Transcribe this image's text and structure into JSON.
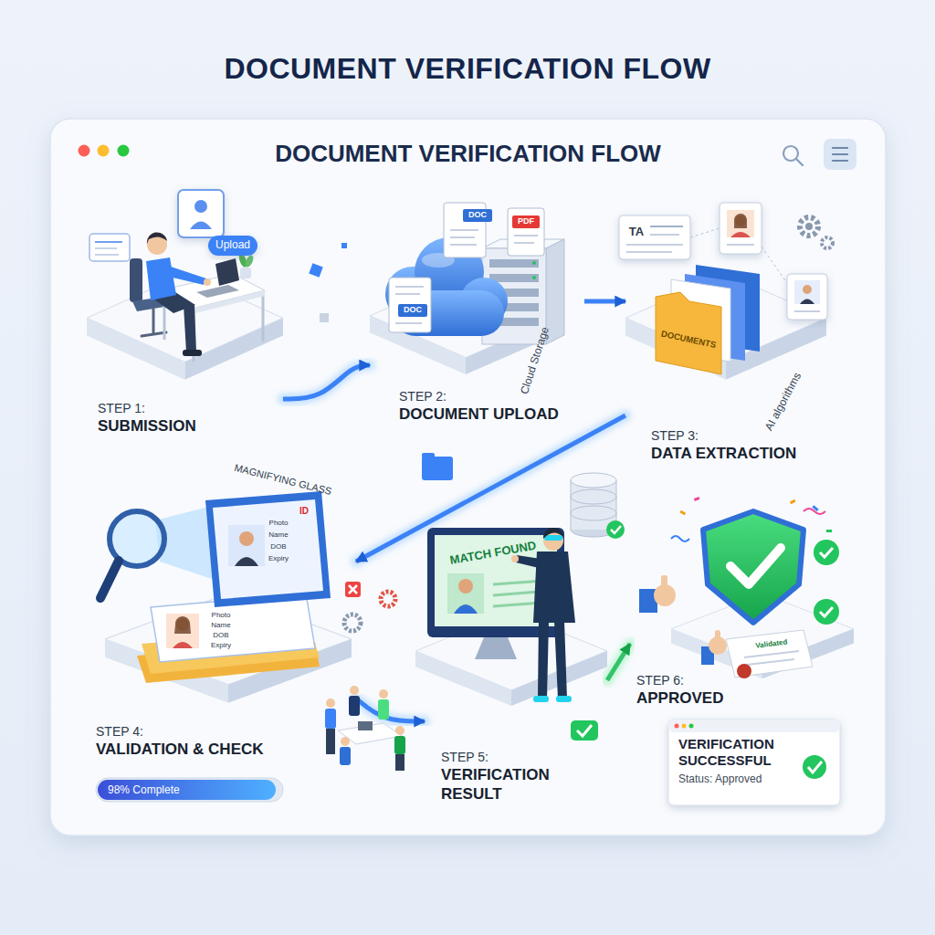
{
  "diagram": {
    "title": "DOCUMENT VERIFICATION FLOW",
    "nodes": [
      {
        "text": [
          "DOCUMENT VERIFICATION FLOW"
        ]
      },
      {
        "text": [
          "STEP 1:",
          "SUBMISSION"
        ],
        "in": 0
      },
      {
        "text": [
          "STEP 2:",
          "DOCUMENT UPLOAD"
        ],
        "in": 0
      },
      {
        "text": [
          "STEP 3:",
          "DATA EXTRACTION"
        ],
        "in": 0
      },
      {
        "text": [
          "STEP 4:",
          "VALIDATION & CHECK"
        ],
        "in": 0
      },
      {
        "text": [
          "98% Complete"
        ],
        "in": 0
      },
      {
        "text": [
          "STEP 5:",
          "VERIFICATION RESULT"
        ],
        "in": 0
      },
      {
        "text": [
          "STEP 6:",
          "APPROVED"
        ],
        "in": 0
      },
      {
        "text": [
          "VERIFICATION SUCCESSFUL",
          "Status: Approved"
        ],
        "in": 0
      }
    ],
    "edges": [
      {
        "from": 1,
        "to": 2,
        "arrow": "to"
      },
      {
        "from": 2,
        "to": 3,
        "arrow": "to"
      },
      {
        "from": 3,
        "to": 4,
        "arrow": "to"
      },
      {
        "from": 4,
        "to": 6,
        "arrow": "to"
      },
      {
        "from": 6,
        "to": 7,
        "arrow": "to"
      }
    ],
    "labels": [
      "Upload",
      "DOC",
      "DOC",
      "PDF",
      "Cloud Storage",
      "TA",
      "DOCUMENTS",
      "AI algorithms",
      "MAGNIFYING GLASS",
      "ID",
      "Photo",
      "Name",
      "DOB",
      "Expiry",
      "Photo",
      "Name",
      "DOB",
      "Expiry",
      "MATCH FOUND",
      "Validated"
    ]
  }
}
